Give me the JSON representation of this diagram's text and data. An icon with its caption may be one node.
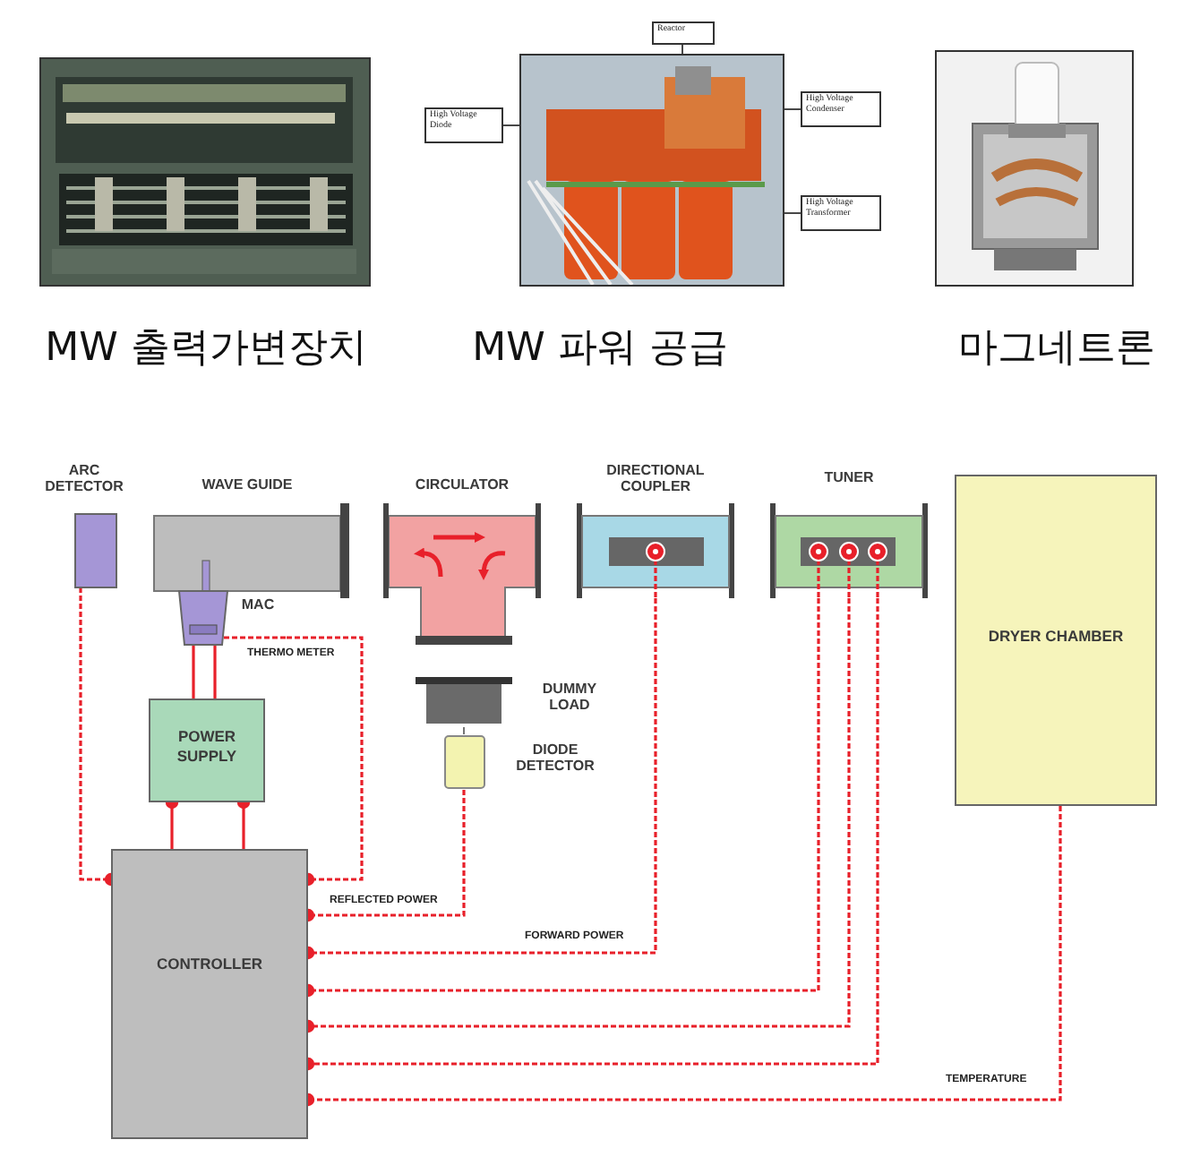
{
  "diagram": {
    "nodes": [
      {
        "text": [],
        "shape": "picture",
        "beside": [
          "MW 출력가변장치"
        ]
      },
      {
        "text": [],
        "shape": "picture",
        "beside": [
          "MW 파워 공급"
        ]
      },
      {
        "text": [
          "Reactor"
        ]
      },
      {
        "text": [
          "High Voltage Diode"
        ]
      },
      {
        "text": [
          "High Voltage Condenser"
        ]
      },
      {
        "text": [
          "High Voltage Transformer"
        ]
      },
      {
        "text": [],
        "shape": "picture",
        "beside": [
          "마그네트론"
        ]
      },
      {
        "text": [
          "ARC DETECTOR"
        ]
      },
      {
        "text": [
          "WAVE GUIDE"
        ]
      },
      {
        "text": [
          "MAC"
        ]
      },
      {
        "text": [
          "CIRCULATOR"
        ]
      },
      {
        "text": [
          "DIRECTIONAL COUPLER"
        ]
      },
      {
        "text": [
          "TUNER"
        ]
      },
      {
        "text": [
          "DRYER CHAMBER"
        ]
      },
      {
        "text": [
          "DUMMY LOAD"
        ]
      },
      {
        "text": [
          "DIODE DETECTOR"
        ]
      },
      {
        "text": [
          "POWER SUPPLY"
        ]
      },
      {
        "text": [
          "CONTROLLER"
        ]
      }
    ],
    "edges": [
      {
        "from": 7,
        "to": 17,
        "arrow": "other",
        "style": "dashed"
      },
      {
        "from": 9,
        "to": 16,
        "arrow": "none"
      },
      {
        "from": 9,
        "to": 16,
        "arrow": "none"
      },
      {
        "from": 17,
        "to": 16,
        "arrow": "other"
      },
      {
        "from": 17,
        "to": 16,
        "arrow": "other"
      },
      {
        "from": 9,
        "to": 17,
        "arrow": "other",
        "style": "dashed",
        "label": "THERMO METER"
      },
      {
        "from": 15,
        "to": 17,
        "arrow": "other",
        "style": "dashed",
        "label": "REFLECTED POWER"
      },
      {
        "from": 11,
        "to": 17,
        "arrow": "other",
        "style": "dashed",
        "label": "FORWARD POWER"
      },
      {
        "from": 12,
        "to": 17,
        "arrow": "other",
        "style": "dashed"
      },
      {
        "from": 12,
        "to": 17,
        "arrow": "other",
        "style": "dashed"
      },
      {
        "from": 12,
        "to": 17,
        "arrow": "other",
        "style": "dashed"
      },
      {
        "from": 13,
        "to": 17,
        "arrow": "other",
        "style": "dashed",
        "label": "TEMPERATURE"
      },
      {
        "from": 14,
        "to": 15,
        "arrow": "none",
        "color": "#666666"
      },
      {
        "from": 2,
        "to": 1,
        "arrow": "none",
        "color": "#333333"
      },
      {
        "from": 3,
        "to": 1,
        "arrow": "none",
        "color": "#333333"
      },
      {
        "from": 4,
        "to": 1,
        "arrow": "none",
        "color": "#333333"
      },
      {
        "from": 5,
        "to": 1,
        "arrow": "none",
        "color": "#333333"
      }
    ]
  }
}
